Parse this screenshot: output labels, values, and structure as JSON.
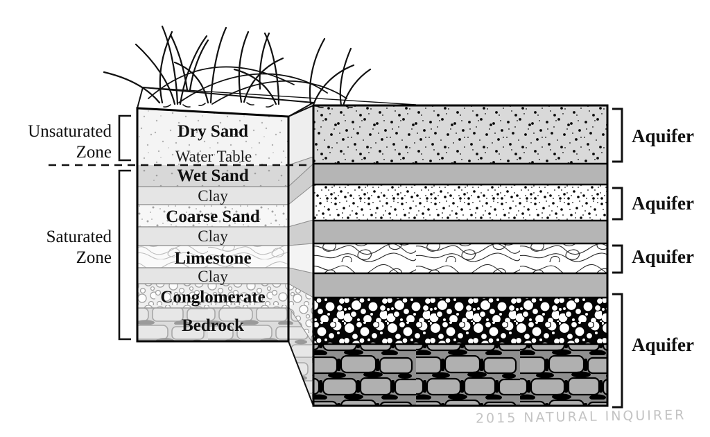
{
  "diagram": {
    "title_note": "",
    "zones": {
      "unsaturated_line1": "Unsaturated",
      "unsaturated_line2": "Zone",
      "saturated_line1": "Saturated",
      "saturated_line2": "Zone"
    },
    "block_layers": [
      {
        "label": "Dry Sand",
        "bold": true
      },
      {
        "label": "Water Table",
        "bold": false
      },
      {
        "label": "Wet Sand",
        "bold": true
      },
      {
        "label": "Clay",
        "bold": false
      },
      {
        "label": "Coarse Sand",
        "bold": true
      },
      {
        "label": "Clay",
        "bold": false
      },
      {
        "label": "Limestone",
        "bold": true
      },
      {
        "label": "Clay",
        "bold": false
      },
      {
        "label": "Conglomerate",
        "bold": true
      },
      {
        "label": "Bedrock",
        "bold": true
      }
    ],
    "aquifer_labels": [
      "Aquifer",
      "Aquifer",
      "Aquifer",
      "Aquifer"
    ],
    "watermark": "2015 NATURAL INQUIRER",
    "colors": {
      "outline": "#111111",
      "clay_gray": "#b5b5b5",
      "sand_gray": "#d9d9d9",
      "faded_separator": "#9a9a9a",
      "watermark_gray": "#c4c4c4"
    }
  }
}
